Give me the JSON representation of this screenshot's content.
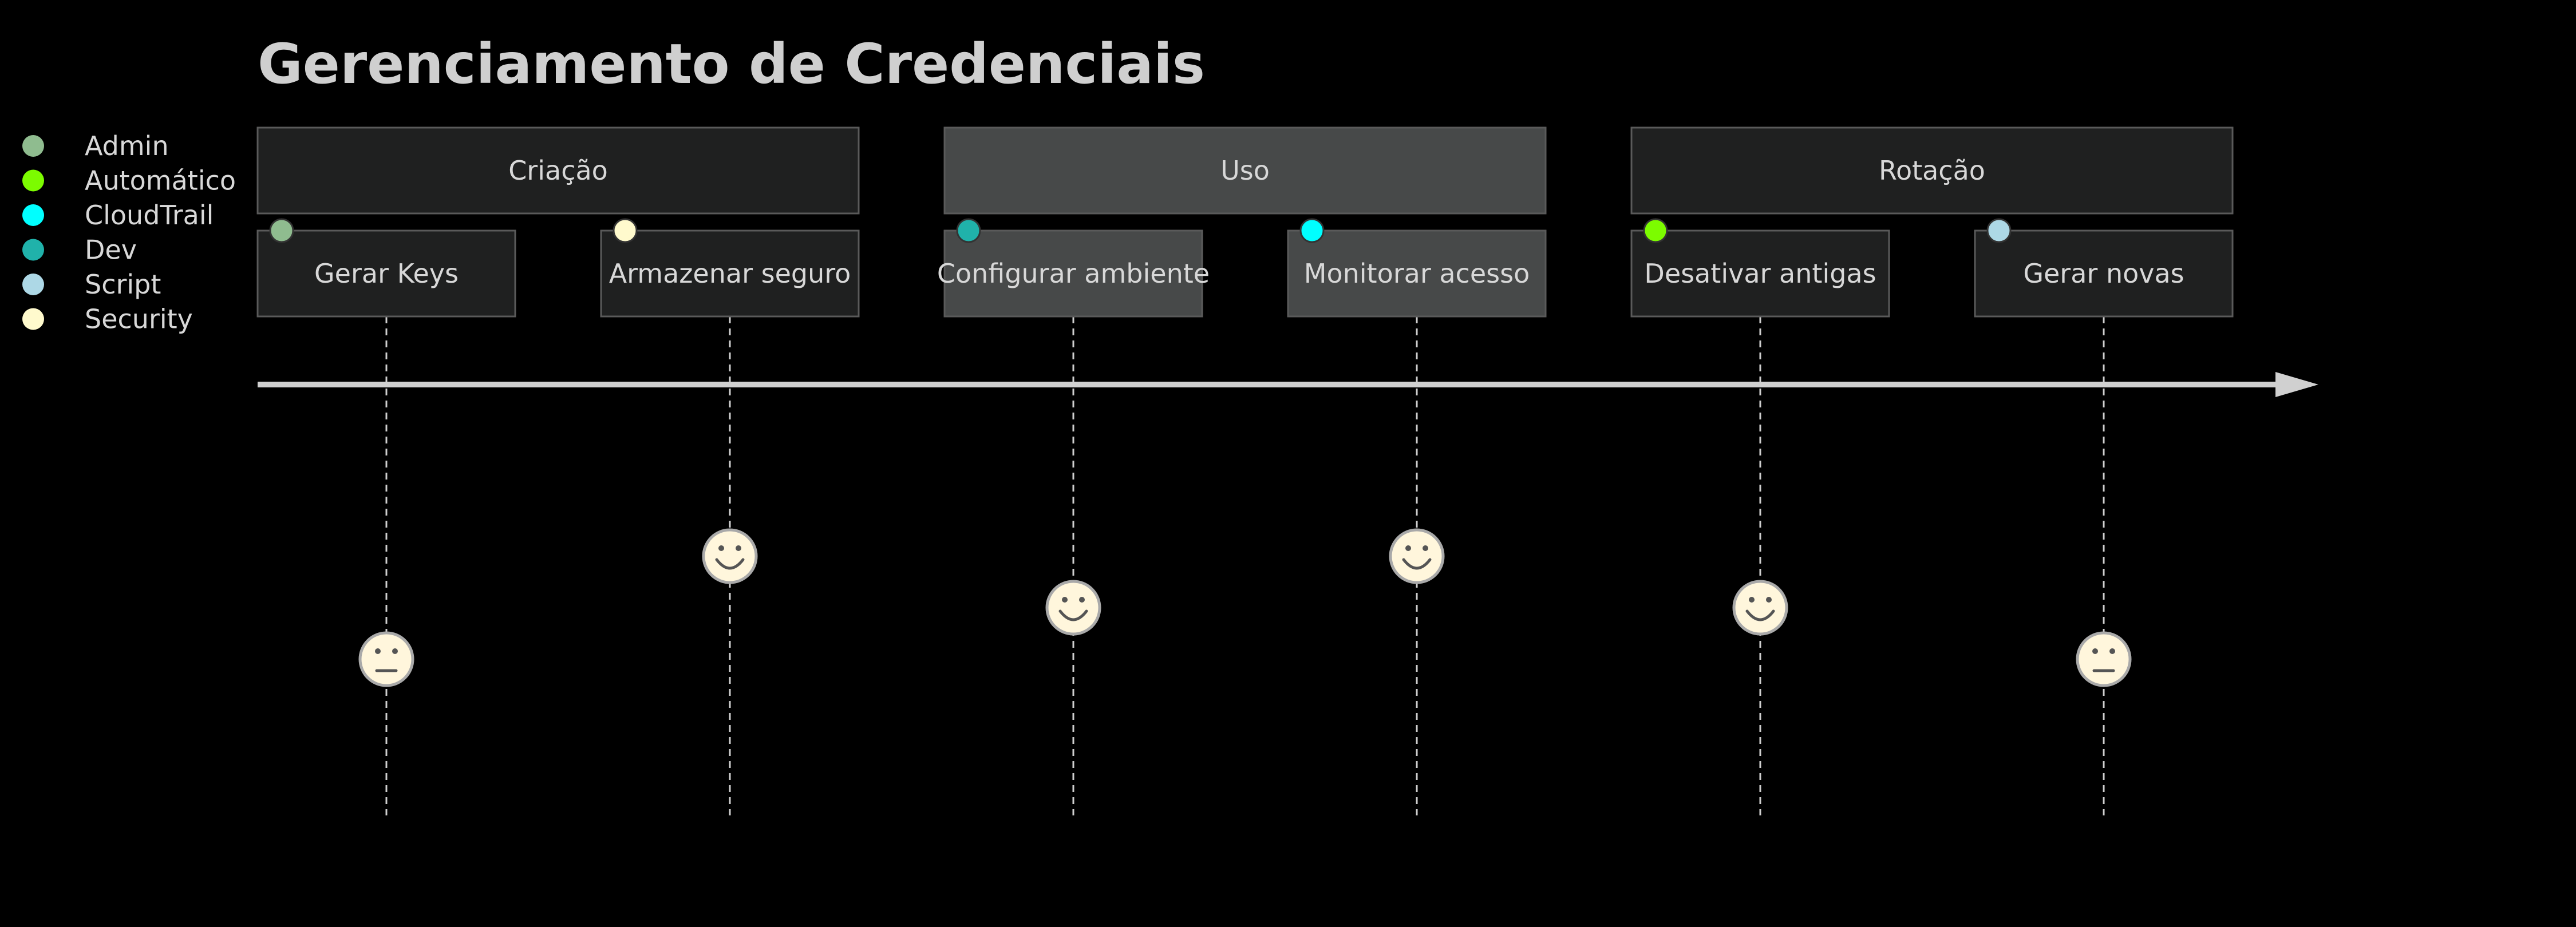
{
  "title": "Gerenciamento de Credenciais",
  "legend": [
    {
      "name": "Admin",
      "color": "#8fbc8f"
    },
    {
      "name": "Automático",
      "color": "#7cfc00"
    },
    {
      "name": "CloudTrail",
      "color": "#00ffff"
    },
    {
      "name": "Dev",
      "color": "#20b2aa"
    },
    {
      "name": "Script",
      "color": "#add8e6"
    },
    {
      "name": "Security",
      "color": "#fffacd"
    }
  ],
  "sections": [
    {
      "name": "Criação",
      "fill": "#1f2020"
    },
    {
      "name": "Uso",
      "fill": "#474949"
    },
    {
      "name": "Rotação",
      "fill": "#1f2020"
    }
  ],
  "tasks": [
    {
      "name": "Gerar Keys",
      "section": 0,
      "actor": "Admin",
      "score": 3,
      "mood": "neutral"
    },
    {
      "name": "Armazenar seguro",
      "section": 0,
      "actor": "Security",
      "score": 5,
      "mood": "happy"
    },
    {
      "name": "Configurar ambiente",
      "section": 1,
      "actor": "Dev",
      "score": 4,
      "mood": "happy"
    },
    {
      "name": "Monitorar acesso",
      "section": 1,
      "actor": "CloudTrail",
      "score": 5,
      "mood": "happy"
    },
    {
      "name": "Desativar antigas",
      "section": 2,
      "actor": "Automático",
      "score": 4,
      "mood": "happy"
    },
    {
      "name": "Gerar novas",
      "section": 2,
      "actor": "Script",
      "score": 3,
      "mood": "neutral"
    }
  ]
}
